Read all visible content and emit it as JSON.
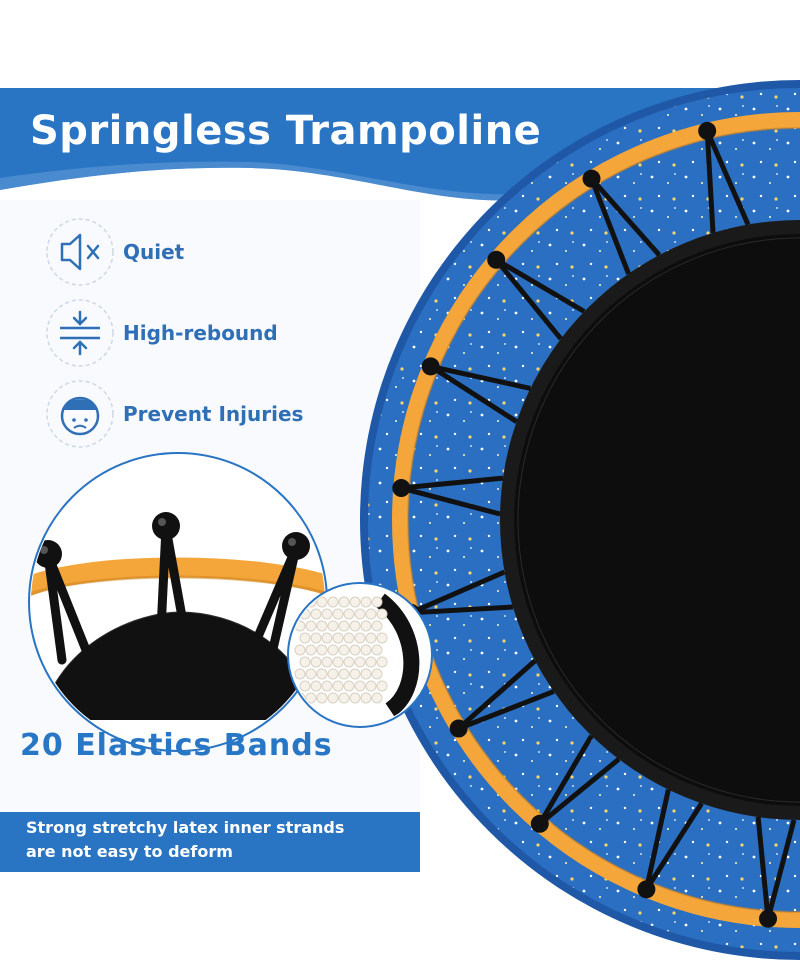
{
  "header": {
    "title": "Springless Trampoline"
  },
  "features": [
    {
      "label": "Quiet",
      "icon": "mute-speaker-icon"
    },
    {
      "label": "High-rebound",
      "icon": "compress-arrows-icon"
    },
    {
      "label": "Prevent Injuries",
      "icon": "head-protection-icon"
    }
  ],
  "bands": {
    "title": "20 Elastics Bands"
  },
  "bottom_note": {
    "line1": "Strong stretchy latex inner strands",
    "line2": "are not easy to deform"
  },
  "colors": {
    "brand_blue": "#2777c6",
    "frame_orange": "#f4a63a",
    "mat_black": "#111111",
    "pad_blue": "#2a6fc2"
  }
}
